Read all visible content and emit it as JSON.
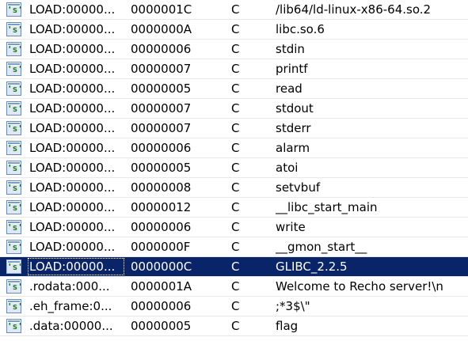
{
  "colors": {
    "selected_row_background": "#0a246a",
    "selected_row_text": "#ffffff",
    "icon_letter": "#1e7d1e",
    "icon_border": "#6a8cb8"
  },
  "icon_name": "string-s-icon",
  "icon_glyph": "'s'",
  "selected_index": 13,
  "rows": [
    {
      "address": "LOAD:00000...",
      "length": "0000001C",
      "type": "C",
      "string": "/lib64/ld-linux-x86-64.so.2"
    },
    {
      "address": "LOAD:00000...",
      "length": "0000000A",
      "type": "C",
      "string": "libc.so.6"
    },
    {
      "address": "LOAD:00000...",
      "length": "00000006",
      "type": "C",
      "string": "stdin"
    },
    {
      "address": "LOAD:00000...",
      "length": "00000007",
      "type": "C",
      "string": "printf"
    },
    {
      "address": "LOAD:00000...",
      "length": "00000005",
      "type": "C",
      "string": "read"
    },
    {
      "address": "LOAD:00000...",
      "length": "00000007",
      "type": "C",
      "string": "stdout"
    },
    {
      "address": "LOAD:00000...",
      "length": "00000007",
      "type": "C",
      "string": "stderr"
    },
    {
      "address": "LOAD:00000...",
      "length": "00000006",
      "type": "C",
      "string": "alarm"
    },
    {
      "address": "LOAD:00000...",
      "length": "00000005",
      "type": "C",
      "string": "atoi"
    },
    {
      "address": "LOAD:00000...",
      "length": "00000008",
      "type": "C",
      "string": "setvbuf"
    },
    {
      "address": "LOAD:00000...",
      "length": "00000012",
      "type": "C",
      "string": "__libc_start_main"
    },
    {
      "address": "LOAD:00000...",
      "length": "00000006",
      "type": "C",
      "string": "write"
    },
    {
      "address": "LOAD:00000...",
      "length": "0000000F",
      "type": "C",
      "string": "__gmon_start__"
    },
    {
      "address": "LOAD:00000...",
      "length": "0000000C",
      "type": "C",
      "string": "GLIBC_2.2.5"
    },
    {
      "address": ".rodata:000...",
      "length": "0000001A",
      "type": "C",
      "string": "Welcome to Recho server!\\n"
    },
    {
      "address": ".eh_frame:0...",
      "length": "00000006",
      "type": "C",
      "string": ";*3$\\\""
    },
    {
      "address": ".data:00000...",
      "length": "00000005",
      "type": "C",
      "string": "flag"
    }
  ]
}
